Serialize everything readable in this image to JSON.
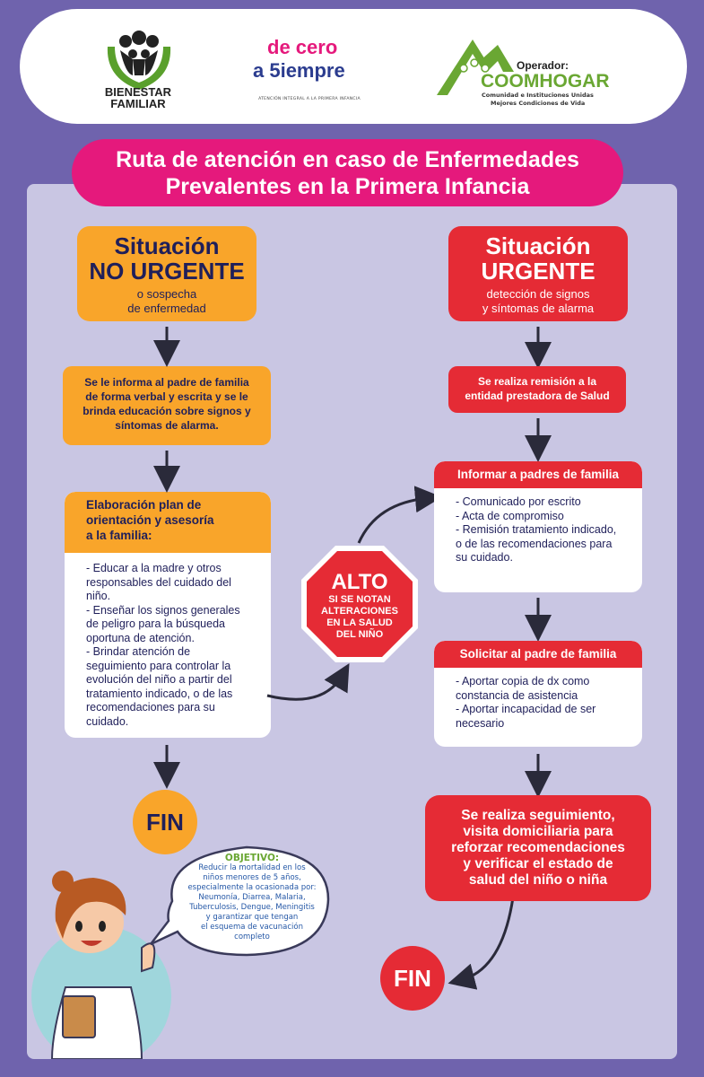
{
  "header": {
    "icbf_line1": "BIENESTAR",
    "icbf_line2": "FAMILIAR",
    "decero_line1": "de cero",
    "decero_line2": "a 5iempre",
    "decero_sub": "ATENCIÓN INTEGRAL A LA PRIMERA INFANCIA",
    "operator_label": "Operador:",
    "operator_name": "COOMHOGAR",
    "operator_tag1": "Comunidad e Instituciones Unidas",
    "operator_tag2": "Mejores Condiciones de Vida"
  },
  "title": {
    "line1": "Ruta de atención en caso de Enfermedades",
    "line2": "Prevalentes en la Primera Infancia"
  },
  "left": {
    "situation_word": "Situación",
    "situation_type": "NO URGENTE",
    "situation_sub1": "o sospecha",
    "situation_sub2": "de enfermedad",
    "inform_box": [
      "Se le informa al padre de familia",
      "de forma verbal y escrita y se le",
      "brinda educación sobre signos  y",
      "síntomas de alarma."
    ],
    "plan_title": [
      "Elaboración plan de",
      "orientación y asesoría",
      "a la familia:"
    ],
    "plan_items": [
      "- Educar a la madre y otros",
      "responsables del cuidado del",
      "niño.",
      "- Enseñar los signos generales",
      "de peligro para la búsqueda",
      "oportuna de atención.",
      "- Brindar atención de",
      "seguimiento para controlar la",
      "evolución del niño a partir del",
      "tratamiento indicado, o de las",
      "recomendaciones para su",
      "cuidado."
    ],
    "fin": "FIN"
  },
  "stop": {
    "title": "ALTO",
    "lines": [
      "SI SE NOTAN",
      "ALTERACIONES",
      "EN LA SALUD",
      "DEL NIÑO"
    ]
  },
  "right": {
    "situation_word": "Situación",
    "situation_type": "URGENTE",
    "situation_sub1": "detección de signos",
    "situation_sub2": "y síntomas de alarma",
    "remission": [
      "Se realiza remisión a la",
      "entidad prestadora de Salud"
    ],
    "inform_title": "Informar a padres de familia",
    "inform_items": [
      "- Comunicado por escrito",
      "- Acta de compromiso",
      "- Remisión tratamiento indicado,",
      "o de las recomendaciones para",
      "su cuidado."
    ],
    "request_title": "Solicitar al padre de familia",
    "request_items": [
      "- Aportar copia de dx como",
      "constancia de asistencia",
      "- Aportar incapacidad de ser",
      "necesario"
    ],
    "followup": [
      "Se realiza seguimiento,",
      "visita domiciliaria para",
      "reforzar recomendaciones",
      "y verificar el estado de",
      "salud del niño o niña"
    ],
    "fin": "FIN"
  },
  "objective": {
    "title": "OBJETIVO:",
    "lines": [
      "Reducir la mortalidad en los",
      "niños menores de 5 años,",
      "especialmente la ocasionada por:",
      "Neumonía, Diarrea, Malaria,",
      "Tuberculosis, Dengue, Meningitis",
      "y garantizar que tengan",
      "el esquema de vacunación",
      "completo"
    ]
  },
  "colors": {
    "background": "#6f63ad",
    "panel": "#c9c6e3",
    "title_pink": "#e5197c",
    "orange": "#f9a52a",
    "red": "#e52b35",
    "navy_text": "#1f1f5a"
  }
}
